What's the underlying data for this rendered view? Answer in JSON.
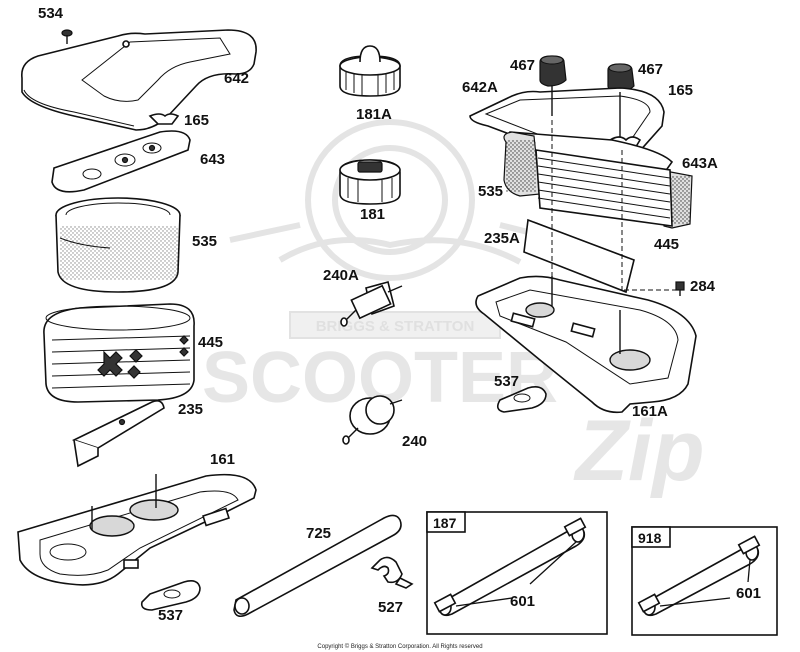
{
  "labels": {
    "l534": "534",
    "l642": "642",
    "l165a": "165",
    "l643": "643",
    "l535a": "535",
    "l445a": "445",
    "l235": "235",
    "l161": "161",
    "l537a": "537",
    "l181A": "181A",
    "l181": "181",
    "l240A": "240A",
    "l240": "240",
    "l725": "725",
    "l527": "527",
    "l467a": "467",
    "l467b": "467",
    "l642A": "642A",
    "l165b": "165",
    "l643A": "643A",
    "l535b": "535",
    "l235A": "235A",
    "l445b": "445",
    "l284": "284",
    "l537b": "537",
    "l161A": "161A",
    "l187": "187",
    "l601a": "601",
    "l918": "918",
    "l601b": "601"
  },
  "watermark": {
    "main": "SCOOTER",
    "band": "BRIGGS & STRATTON",
    "zip": "Zip"
  },
  "copyright": "Copyright © Briggs & Stratton Corporation. All Rights reserved"
}
